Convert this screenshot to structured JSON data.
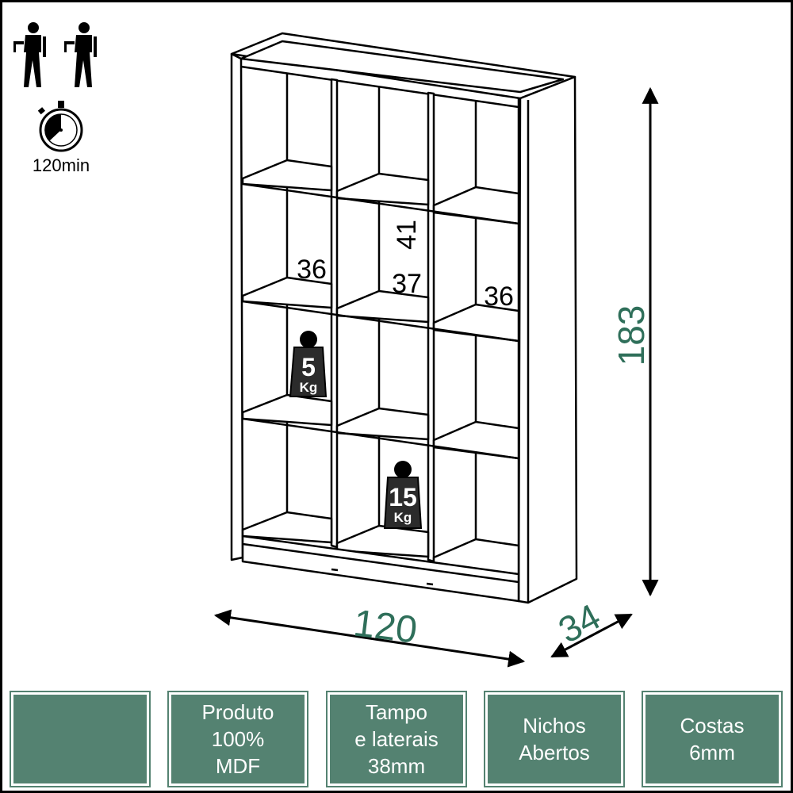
{
  "assembly": {
    "installers_icon": "two-workers-icon",
    "timer_icon": "stopwatch-icon",
    "time_label": "120min"
  },
  "dimensions": {
    "width": "120",
    "depth": "34",
    "height": "183",
    "niche_height": "41",
    "niche_left_width": "36",
    "niche_center_width": "37",
    "niche_right_width": "36",
    "color": "#2f6f5a"
  },
  "load_limits": {
    "shelf_weight": {
      "value": "5",
      "unit": "Kg"
    },
    "bottom_weight": {
      "value": "15",
      "unit": "Kg"
    }
  },
  "features": [
    {
      "lines": []
    },
    {
      "lines": [
        "Produto",
        "100%",
        "MDF"
      ]
    },
    {
      "lines": [
        "Tampo",
        "e laterais",
        "38mm"
      ]
    },
    {
      "lines": [
        "Nichos",
        "Abertos"
      ]
    },
    {
      "lines": [
        "Costas",
        "6mm"
      ]
    }
  ],
  "colors": {
    "badge_bg": "#548271",
    "outline": "#000000"
  }
}
